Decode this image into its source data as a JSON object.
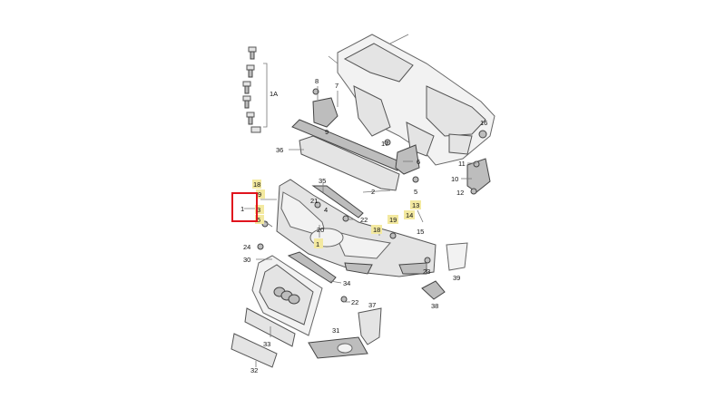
{
  "diagram": {
    "colors": {
      "highlight": "#f3e9a0",
      "selection": "#e0141e",
      "line": "#555555",
      "part_fill": "#e4e4e4"
    },
    "selected_callout": "1",
    "callouts": [
      {
        "id": "c-1A",
        "text": "1A",
        "highlighted": false
      },
      {
        "id": "c-8",
        "text": "8",
        "highlighted": false
      },
      {
        "id": "c-9",
        "text": "9",
        "highlighted": false
      },
      {
        "id": "c-7",
        "text": "7",
        "highlighted": false
      },
      {
        "id": "c-16",
        "text": "16",
        "highlighted": false
      },
      {
        "id": "c-36",
        "text": "36",
        "highlighted": false
      },
      {
        "id": "c-17",
        "text": "17",
        "highlighted": false
      },
      {
        "id": "c-6",
        "text": "6",
        "highlighted": false
      },
      {
        "id": "c-11",
        "text": "11",
        "highlighted": false
      },
      {
        "id": "c-10",
        "text": "10",
        "highlighted": false
      },
      {
        "id": "c-12",
        "text": "12",
        "highlighted": false
      },
      {
        "id": "c-35",
        "text": "35",
        "highlighted": false
      },
      {
        "id": "c-2",
        "text": "2",
        "highlighted": false
      },
      {
        "id": "c-5a",
        "text": "5",
        "highlighted": false
      },
      {
        "id": "c-18a",
        "text": "18",
        "highlighted": true
      },
      {
        "id": "c-9b",
        "text": "9",
        "highlighted": true
      },
      {
        "id": "c-1sel",
        "text": "1",
        "highlighted": false
      },
      {
        "id": "c-3",
        "text": "3",
        "highlighted": true
      },
      {
        "id": "c-5b",
        "text": "5",
        "highlighted": true
      },
      {
        "id": "c-21",
        "text": "21",
        "highlighted": false
      },
      {
        "id": "c-4",
        "text": "4",
        "highlighted": false
      },
      {
        "id": "c-22a",
        "text": "22",
        "highlighted": false
      },
      {
        "id": "c-19",
        "text": "19",
        "highlighted": true
      },
      {
        "id": "c-13",
        "text": "13",
        "highlighted": true
      },
      {
        "id": "c-14",
        "text": "14",
        "highlighted": true
      },
      {
        "id": "c-15",
        "text": "15",
        "highlighted": false
      },
      {
        "id": "c-20",
        "text": "20",
        "highlighted": false
      },
      {
        "id": "c-18b",
        "text": "18",
        "highlighted": true
      },
      {
        "id": "c-1",
        "text": "1",
        "highlighted": true
      },
      {
        "id": "c-24",
        "text": "24",
        "highlighted": false
      },
      {
        "id": "c-30",
        "text": "30",
        "highlighted": false
      },
      {
        "id": "c-23",
        "text": "23",
        "highlighted": false
      },
      {
        "id": "c-39",
        "text": "39",
        "highlighted": false
      },
      {
        "id": "c-34",
        "text": "34",
        "highlighted": false
      },
      {
        "id": "c-38",
        "text": "38",
        "highlighted": false
      },
      {
        "id": "c-22b",
        "text": "22",
        "highlighted": false
      },
      {
        "id": "c-37",
        "text": "37",
        "highlighted": false
      },
      {
        "id": "c-33",
        "text": "33",
        "highlighted": false
      },
      {
        "id": "c-31",
        "text": "31",
        "highlighted": false
      },
      {
        "id": "c-32",
        "text": "32",
        "highlighted": false
      }
    ]
  }
}
